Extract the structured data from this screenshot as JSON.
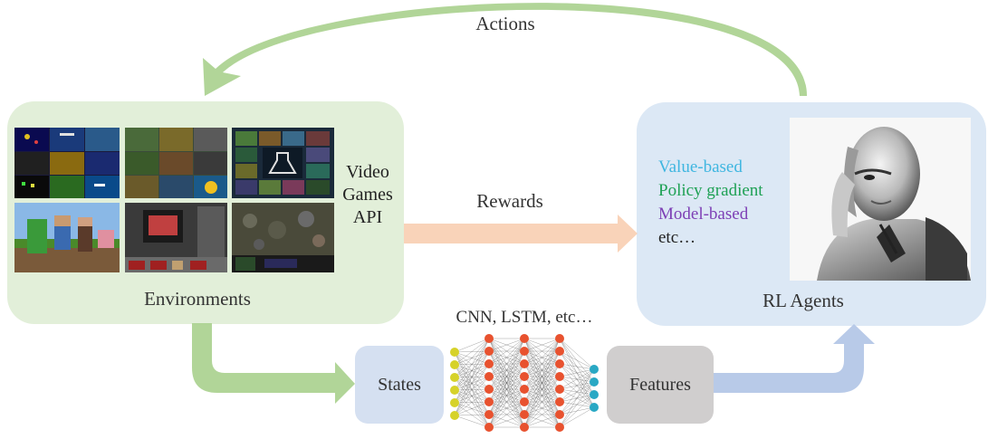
{
  "actions_label": "Actions",
  "rewards_label": "Rewards",
  "environment": {
    "title": "Environments",
    "video_games_api": [
      "Video",
      "Games",
      "API"
    ]
  },
  "agents": {
    "title": "RL  Agents",
    "methods": [
      {
        "label": "Value-based",
        "color": "#3fb6e0"
      },
      {
        "label": "Policy gradient",
        "color": "#1fa155"
      },
      {
        "label": "Model-based",
        "color": "#7d3fb5"
      },
      {
        "label": "etc…",
        "color": "#222222"
      }
    ]
  },
  "network": {
    "label": "CNN, LSTM, etc…",
    "input_color": "#d6d22a",
    "hidden_color": "#e8522f",
    "output_color": "#29a8c4"
  },
  "states_label": "States",
  "features_label": "Features",
  "colors": {
    "environment_box": "#e2efd9",
    "agent_box": "#dce8f5",
    "actions_arrow": "#a8d08d",
    "rewards_arrow": "#f8cbad",
    "states_arrow": "#a8d08d",
    "features_arrow": "#b4c7e7"
  }
}
